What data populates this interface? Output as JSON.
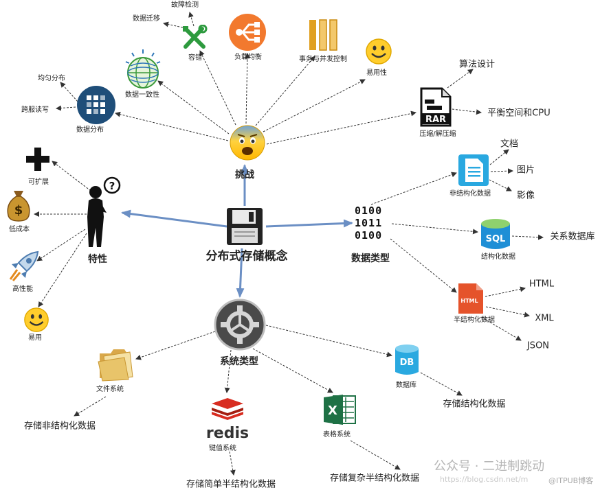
{
  "center": {
    "label": "分布式存储概念"
  },
  "hubs": {
    "challenge": "挑战",
    "traits": "特性",
    "data_types": "数据类型",
    "system_types": "系统类型"
  },
  "challenges": {
    "fault_detection": "故障检测",
    "data_migration": "数据迁移",
    "fault_tolerance": "容错",
    "load_balancing": "负载均衡",
    "transactions": "事务与并发控制",
    "usability": "易用性",
    "uniform_distribution": "均匀分布",
    "consistency": "数据一致性",
    "cross_dc": "跨服读写",
    "data_distribution": "数据分布",
    "compression": "压缩/解压缩",
    "algorithm_design": "算法设计",
    "balance": "平衡空间和CPU"
  },
  "traits": {
    "scalable": "可扩展",
    "low_cost": "低成本",
    "high_perf": "高性能",
    "easy": "易用"
  },
  "data_types": {
    "binary": [
      "0100",
      "1011",
      "0100"
    ],
    "unstructured": "非结构化数据",
    "documents": "文档",
    "pictures": "图片",
    "video": "影像",
    "structured": "结构化数据",
    "relational": "关系数据库",
    "semistructured": "半结构化数据",
    "html": "HTML",
    "xml": "XML",
    "json": "JSON"
  },
  "system_types": {
    "file_system": "文件系统",
    "file_system_note": "存储非结构化数据",
    "kv_system": "键值系统",
    "kv_system_note": "存储简单半结构化数据",
    "table_system": "表格系统",
    "table_system_note": "存储复杂半结构化数据",
    "database": "数据库",
    "database_note": "存储结构化数据"
  },
  "icon_text": {
    "rar": "RAR",
    "sql": "SQL",
    "html": "HTML",
    "db": "DB",
    "redis": "redis",
    "excel": "X"
  },
  "watermarks": {
    "wechat": "公众号 · 二进制跳动",
    "blog": "https://blog.csdn.net/m",
    "itpub": "@ITPUB博客"
  },
  "colors": {
    "main_arrow": "#6b8fc4",
    "dotted_edge": "#333333",
    "load_balancer": "#f2792e",
    "excel": "#1e7145",
    "redis": "#d82c20",
    "sql_blue": "#1f8fd6",
    "db_blue": "#2aa9e0"
  }
}
